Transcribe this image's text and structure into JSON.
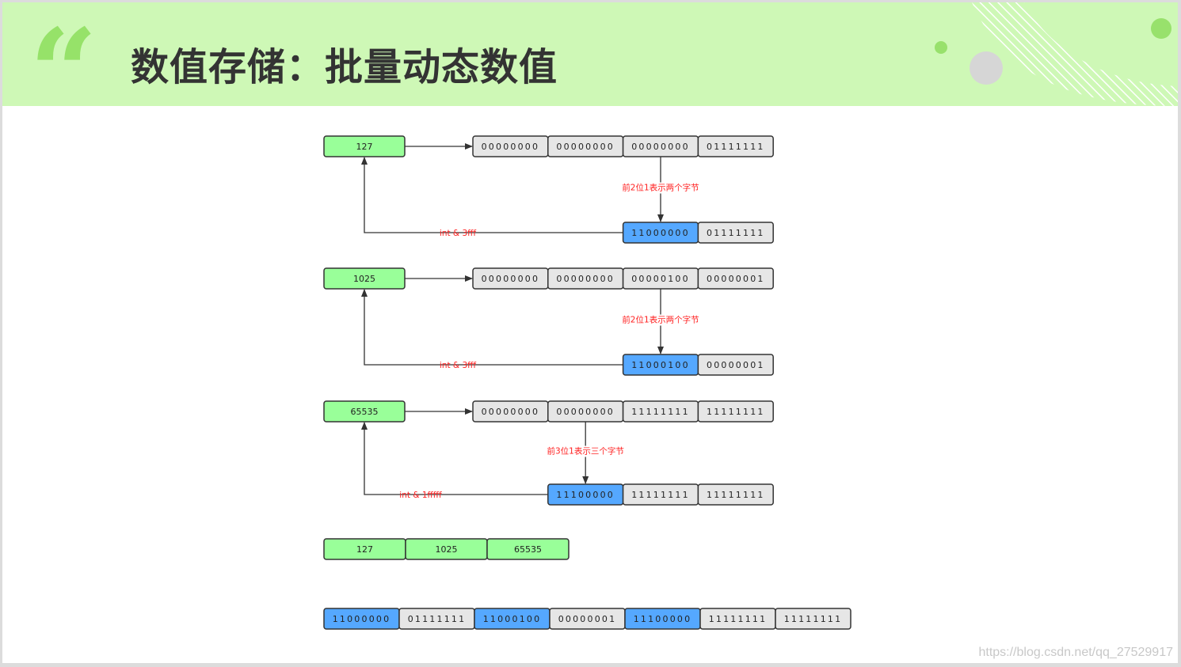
{
  "header": {
    "quote_mark": "“",
    "title": "数值存储：批量动态数值"
  },
  "colors": {
    "header_bg": "#cef8b6",
    "green_box": "#99ff99",
    "blue_box": "#55a8ff",
    "gray_box": "#e6e6e6",
    "label_red": "#ff2020"
  },
  "diagram": {
    "examples": [
      {
        "value": "127",
        "bytes": [
          "00000000",
          "00000000",
          "00000000",
          "01111111"
        ],
        "prefix_note": "前2位1表示两个字节",
        "encoded": [
          "11000000",
          "01111111"
        ],
        "decode_label": "int & 3fff"
      },
      {
        "value": "1025",
        "bytes": [
          "00000000",
          "00000000",
          "00000100",
          "00000001"
        ],
        "prefix_note": "前2位1表示两个字节",
        "encoded": [
          "11000100",
          "00000001"
        ],
        "decode_label": "int & 3fff"
      },
      {
        "value": "65535",
        "bytes": [
          "00000000",
          "00000000",
          "11111111",
          "11111111"
        ],
        "prefix_note": "前3位1表示三个字节",
        "encoded": [
          "11100000",
          "11111111",
          "11111111"
        ],
        "decode_label": "int & 1fffff"
      }
    ],
    "value_row": [
      "127",
      "1025",
      "65535"
    ],
    "packed_row": [
      {
        "text": "11000000",
        "kind": "blue"
      },
      {
        "text": "01111111",
        "kind": "gray"
      },
      {
        "text": "11000100",
        "kind": "blue"
      },
      {
        "text": "00000001",
        "kind": "gray"
      },
      {
        "text": "11100000",
        "kind": "blue"
      },
      {
        "text": "11111111",
        "kind": "gray"
      },
      {
        "text": "11111111",
        "kind": "gray"
      }
    ]
  },
  "watermark": "https://blog.csdn.net/qq_27529917"
}
